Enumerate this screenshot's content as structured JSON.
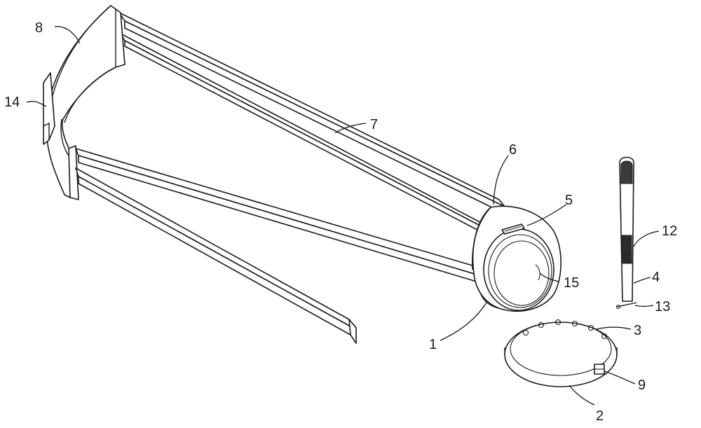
{
  "labels": {
    "l1": "1",
    "l2": "2",
    "l3": "3",
    "l4": "4",
    "l5": "5",
    "l6": "6",
    "l7": "7",
    "l8": "8",
    "l9": "9",
    "l12": "12",
    "l13": "13",
    "l14": "14",
    "l15": "15"
  },
  "colors": {
    "line": "#1a1a1a",
    "background": "#ffffff"
  }
}
